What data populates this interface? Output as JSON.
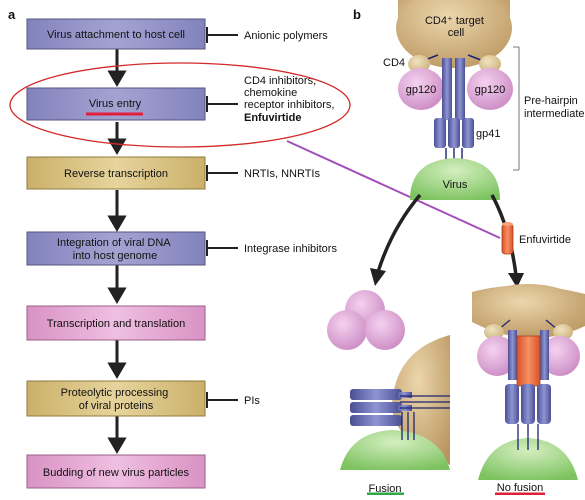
{
  "panel_a": {
    "label": "a",
    "steps": [
      "Virus attachment to host cell",
      "Virus entry",
      [
        "Reverse transcription"
      ],
      [
        "Integration of viral DNA",
        "into host genome"
      ],
      [
        "Transcription and translation"
      ],
      [
        "Proteolytic processing",
        "of viral proteins"
      ],
      [
        "Budding of new virus particles"
      ]
    ],
    "inhibitors": {
      "attachment": "Anionic polymers",
      "entry_lines": [
        "CD4 inhibitors,",
        "chemokine",
        "receptor inhibitors,"
      ],
      "entry_bold": "Enfuvirtide",
      "rt": "NRTIs, NNRTIs",
      "integration": "Integrase inhibitors",
      "protease": "PIs"
    }
  },
  "panel_b": {
    "label": "b",
    "target_cell_lines": [
      "CD4⁺ target",
      "cell"
    ],
    "cd4": "CD4",
    "gp120": "gp120",
    "gp41": "gp41",
    "virus": "Virus",
    "bracket_lines": [
      "Pre-hairpin",
      "intermediate"
    ],
    "enfuvirtide": "Enfuvirtide",
    "fusion": "Fusion",
    "no_fusion": "No fusion"
  },
  "colors": {
    "blue_box": "#8f8fc4",
    "tan_box": "#d8c484",
    "pink_box": "#e3a6cf",
    "highlight_ellipse": "#d32a2a",
    "underline_red": "#e0203a",
    "underline_green": "#2ea84a",
    "connector": "#a24dbb",
    "cell_tan": "#d9bc8c",
    "virus_green": "#a6d88c",
    "gp120_pink": "#dba0d6",
    "gp41_blue": "#5a62a8",
    "enfuvirtide_orange": "#ec6a3a"
  }
}
